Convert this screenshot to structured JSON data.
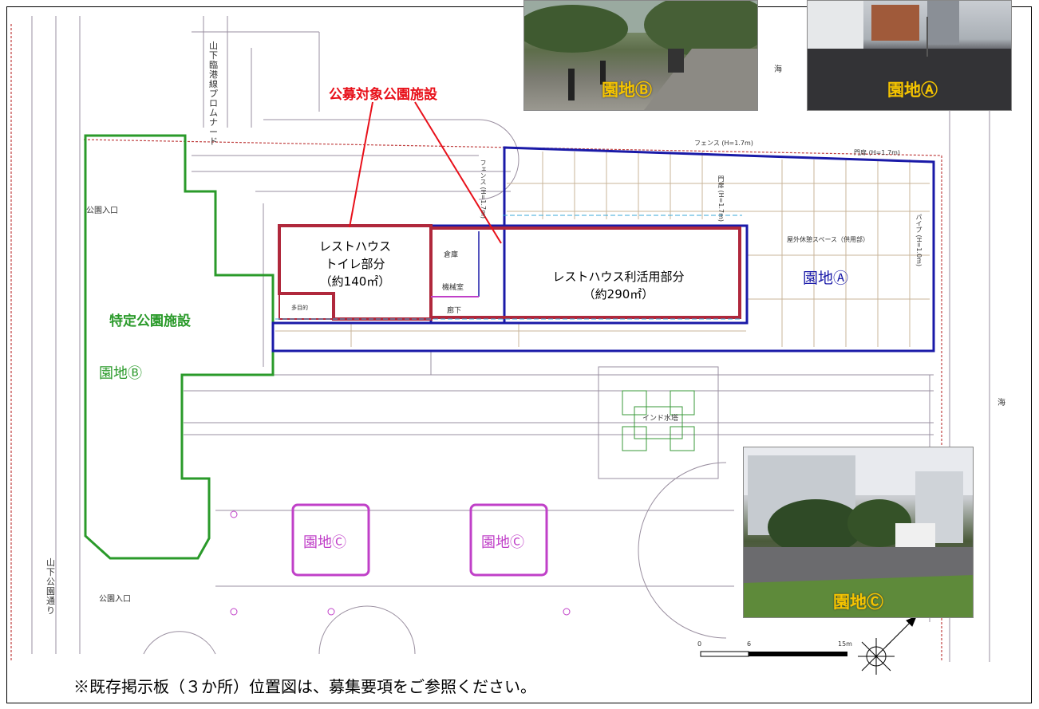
{
  "callouts": {
    "public_facilities": "公募対象公園施設",
    "specific_facilities": "特定公園施設"
  },
  "rest_house": {
    "toilet_line1": "レストハウス",
    "toilet_line2": "トイレ部分",
    "toilet_area": "（約140㎡）",
    "main_line1": "レストハウス利活用部分",
    "main_area": "（約290㎡）",
    "rooms": {
      "storage": "倉庫",
      "machine_room": "機械室",
      "corridor": "廊下",
      "small_room": "多目的"
    }
  },
  "areas": {
    "a": "園地Ⓐ",
    "b": "園地Ⓑ",
    "c1": "園地Ⓒ",
    "c2": "園地Ⓒ"
  },
  "photos": {
    "b": "園地Ⓑ",
    "a": "園地Ⓐ",
    "c": "園地Ⓒ"
  },
  "map_labels": {
    "promenade": "山下臨港線プロムナード",
    "park_entrance_top": "公園入口",
    "park_entrance_bottom": "公園入口",
    "street": "山下公園通り",
    "sea_top": "海",
    "sea_right": "海",
    "fence": "フェンス (H=1.7m)",
    "gate": "門扉 (H=1.7m)",
    "fence_vertical": "フェンス (H=1.7m)",
    "gate_vertical": "門扉 (H=1.7m)",
    "rest_space": "屋外休憩スペース（供用部）",
    "pipe": "パイプ (H=1.0m)",
    "tower": "インド水塔"
  },
  "scale": {
    "t0": "0",
    "t1": "6",
    "t2": "15m"
  },
  "footnote": "※既存掲示板（３か所）位置図は、募集要項をご参照ください。",
  "colors": {
    "green": "#2a9a2a",
    "blue": "#1a1aa8",
    "red_outline": "#b0283c",
    "magenta": "#c040c8",
    "callout_red": "#e8101a",
    "photo_caption": "#f5c400"
  }
}
